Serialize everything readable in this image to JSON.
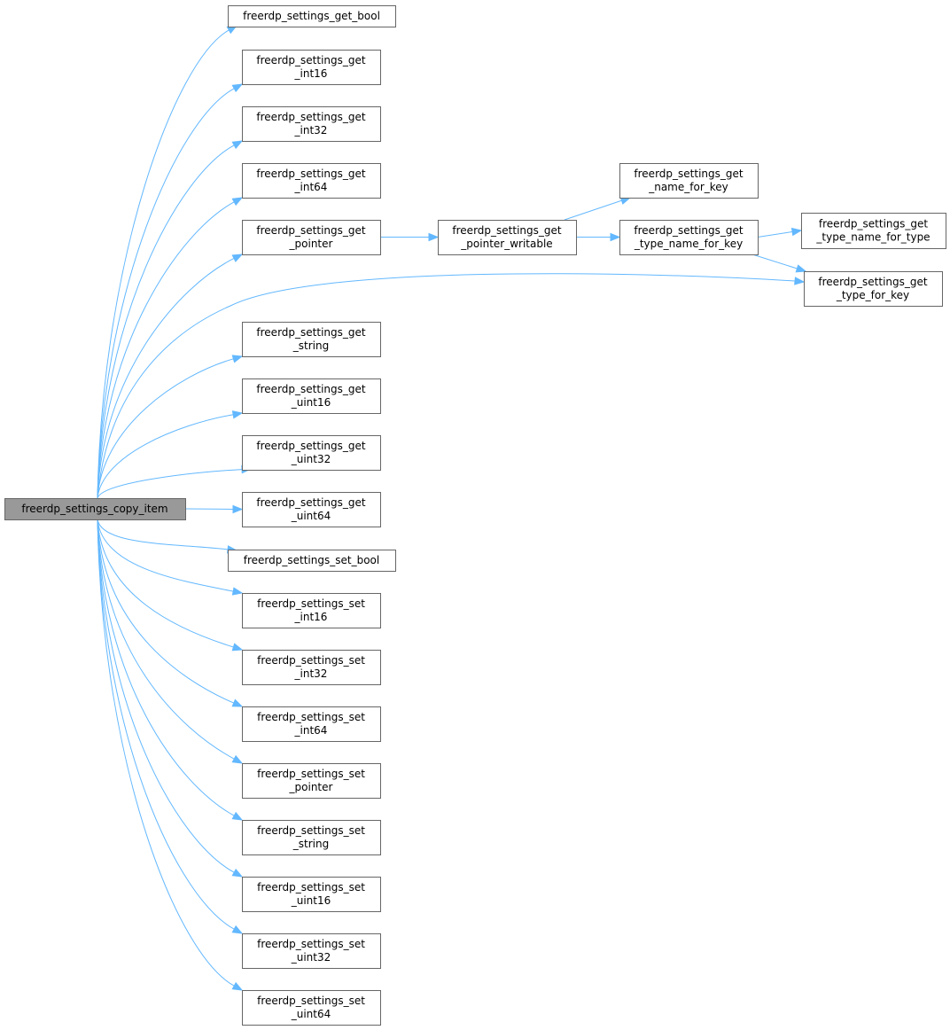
{
  "diagram": {
    "type": "call-graph",
    "colors": {
      "edge": "#63b8ff",
      "root_fill": "#999999",
      "node_border": "#666666",
      "node_fill": "#ffffff"
    },
    "nodes": {
      "root": [
        "freerdp_settings_copy_item"
      ],
      "get_bool": [
        "freerdp_settings_get_bool"
      ],
      "get_int16": [
        "freerdp_settings_get",
        "_int16"
      ],
      "get_int32": [
        "freerdp_settings_get",
        "_int32"
      ],
      "get_int64": [
        "freerdp_settings_get",
        "_int64"
      ],
      "get_pointer": [
        "freerdp_settings_get",
        "_pointer"
      ],
      "get_string": [
        "freerdp_settings_get",
        "_string"
      ],
      "get_uint16": [
        "freerdp_settings_get",
        "_uint16"
      ],
      "get_uint32": [
        "freerdp_settings_get",
        "_uint32"
      ],
      "get_uint64": [
        "freerdp_settings_get",
        "_uint64"
      ],
      "set_bool": [
        "freerdp_settings_set_bool"
      ],
      "set_int16": [
        "freerdp_settings_set",
        "_int16"
      ],
      "set_int32": [
        "freerdp_settings_set",
        "_int32"
      ],
      "set_int64": [
        "freerdp_settings_set",
        "_int64"
      ],
      "set_pointer": [
        "freerdp_settings_set",
        "_pointer"
      ],
      "set_string": [
        "freerdp_settings_set",
        "_string"
      ],
      "set_uint16": [
        "freerdp_settings_set",
        "_uint16"
      ],
      "set_uint32": [
        "freerdp_settings_set",
        "_uint32"
      ],
      "set_uint64": [
        "freerdp_settings_set",
        "_uint64"
      ],
      "get_pointer_writable": [
        "freerdp_settings_get",
        "_pointer_writable"
      ],
      "get_name_for_key": [
        "freerdp_settings_get",
        "_name_for_key"
      ],
      "get_type_name_for_key": [
        "freerdp_settings_get",
        "_type_name_for_key"
      ],
      "get_type_name_for_type": [
        "freerdp_settings_get",
        "_type_name_for_type"
      ],
      "get_type_for_key": [
        "freerdp_settings_get",
        "_type_for_key"
      ]
    },
    "edges": [
      [
        "root",
        "get_bool"
      ],
      [
        "root",
        "get_int16"
      ],
      [
        "root",
        "get_int32"
      ],
      [
        "root",
        "get_int64"
      ],
      [
        "root",
        "get_pointer"
      ],
      [
        "root",
        "get_type_for_key"
      ],
      [
        "root",
        "get_string"
      ],
      [
        "root",
        "get_uint16"
      ],
      [
        "root",
        "get_uint32"
      ],
      [
        "root",
        "get_uint64"
      ],
      [
        "root",
        "set_bool"
      ],
      [
        "root",
        "set_int16"
      ],
      [
        "root",
        "set_int32"
      ],
      [
        "root",
        "set_int64"
      ],
      [
        "root",
        "set_pointer"
      ],
      [
        "root",
        "set_string"
      ],
      [
        "root",
        "set_uint16"
      ],
      [
        "root",
        "set_uint32"
      ],
      [
        "root",
        "set_uint64"
      ],
      [
        "get_pointer",
        "get_pointer_writable"
      ],
      [
        "get_pointer_writable",
        "get_name_for_key"
      ],
      [
        "get_pointer_writable",
        "get_type_name_for_key"
      ],
      [
        "get_type_name_for_key",
        "get_type_name_for_type"
      ],
      [
        "get_type_name_for_key",
        "get_type_for_key"
      ]
    ]
  }
}
